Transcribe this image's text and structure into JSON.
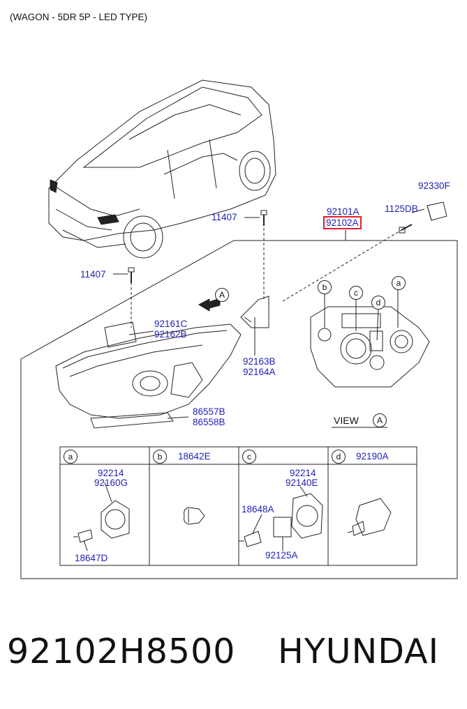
{
  "caption": "(WAGON - 5DR 5P - LED TYPE)",
  "parts": {
    "p92330F": "92330F",
    "p1125DB": "1125DB",
    "p92101A": "92101A",
    "p92102A": "92102A",
    "p11407_top": "11407",
    "p11407_left": "11407",
    "p92161C": "92161C",
    "p92162B": "92162B",
    "p92163B": "92163B",
    "p92164A": "92164A",
    "p86557B": "86557B",
    "p86558B": "86558B"
  },
  "view": {
    "label": "VIEW",
    "ref": "A"
  },
  "arrow_ref": "A",
  "callouts": {
    "a": "a",
    "b": "b",
    "c": "c",
    "d": "d"
  },
  "table": {
    "headers": [
      {
        "tag": "a",
        "part": ""
      },
      {
        "tag": "b",
        "part": "18642E"
      },
      {
        "tag": "c",
        "part": ""
      },
      {
        "tag": "d",
        "part": "92190A"
      }
    ],
    "cell_a": {
      "top1": "92214",
      "top2": "92160G",
      "bottom": "18647D"
    },
    "cell_c": {
      "top1": "92214",
      "top2": "92140E",
      "mid": "18648A",
      "bottom": "92125A"
    }
  },
  "footer": {
    "part_number": "92102H8500",
    "brand": "HYUNDAI"
  },
  "colors": {
    "label_blue": "#1f1fb4",
    "highlight_red": "#e0202a",
    "line": "#222222"
  }
}
